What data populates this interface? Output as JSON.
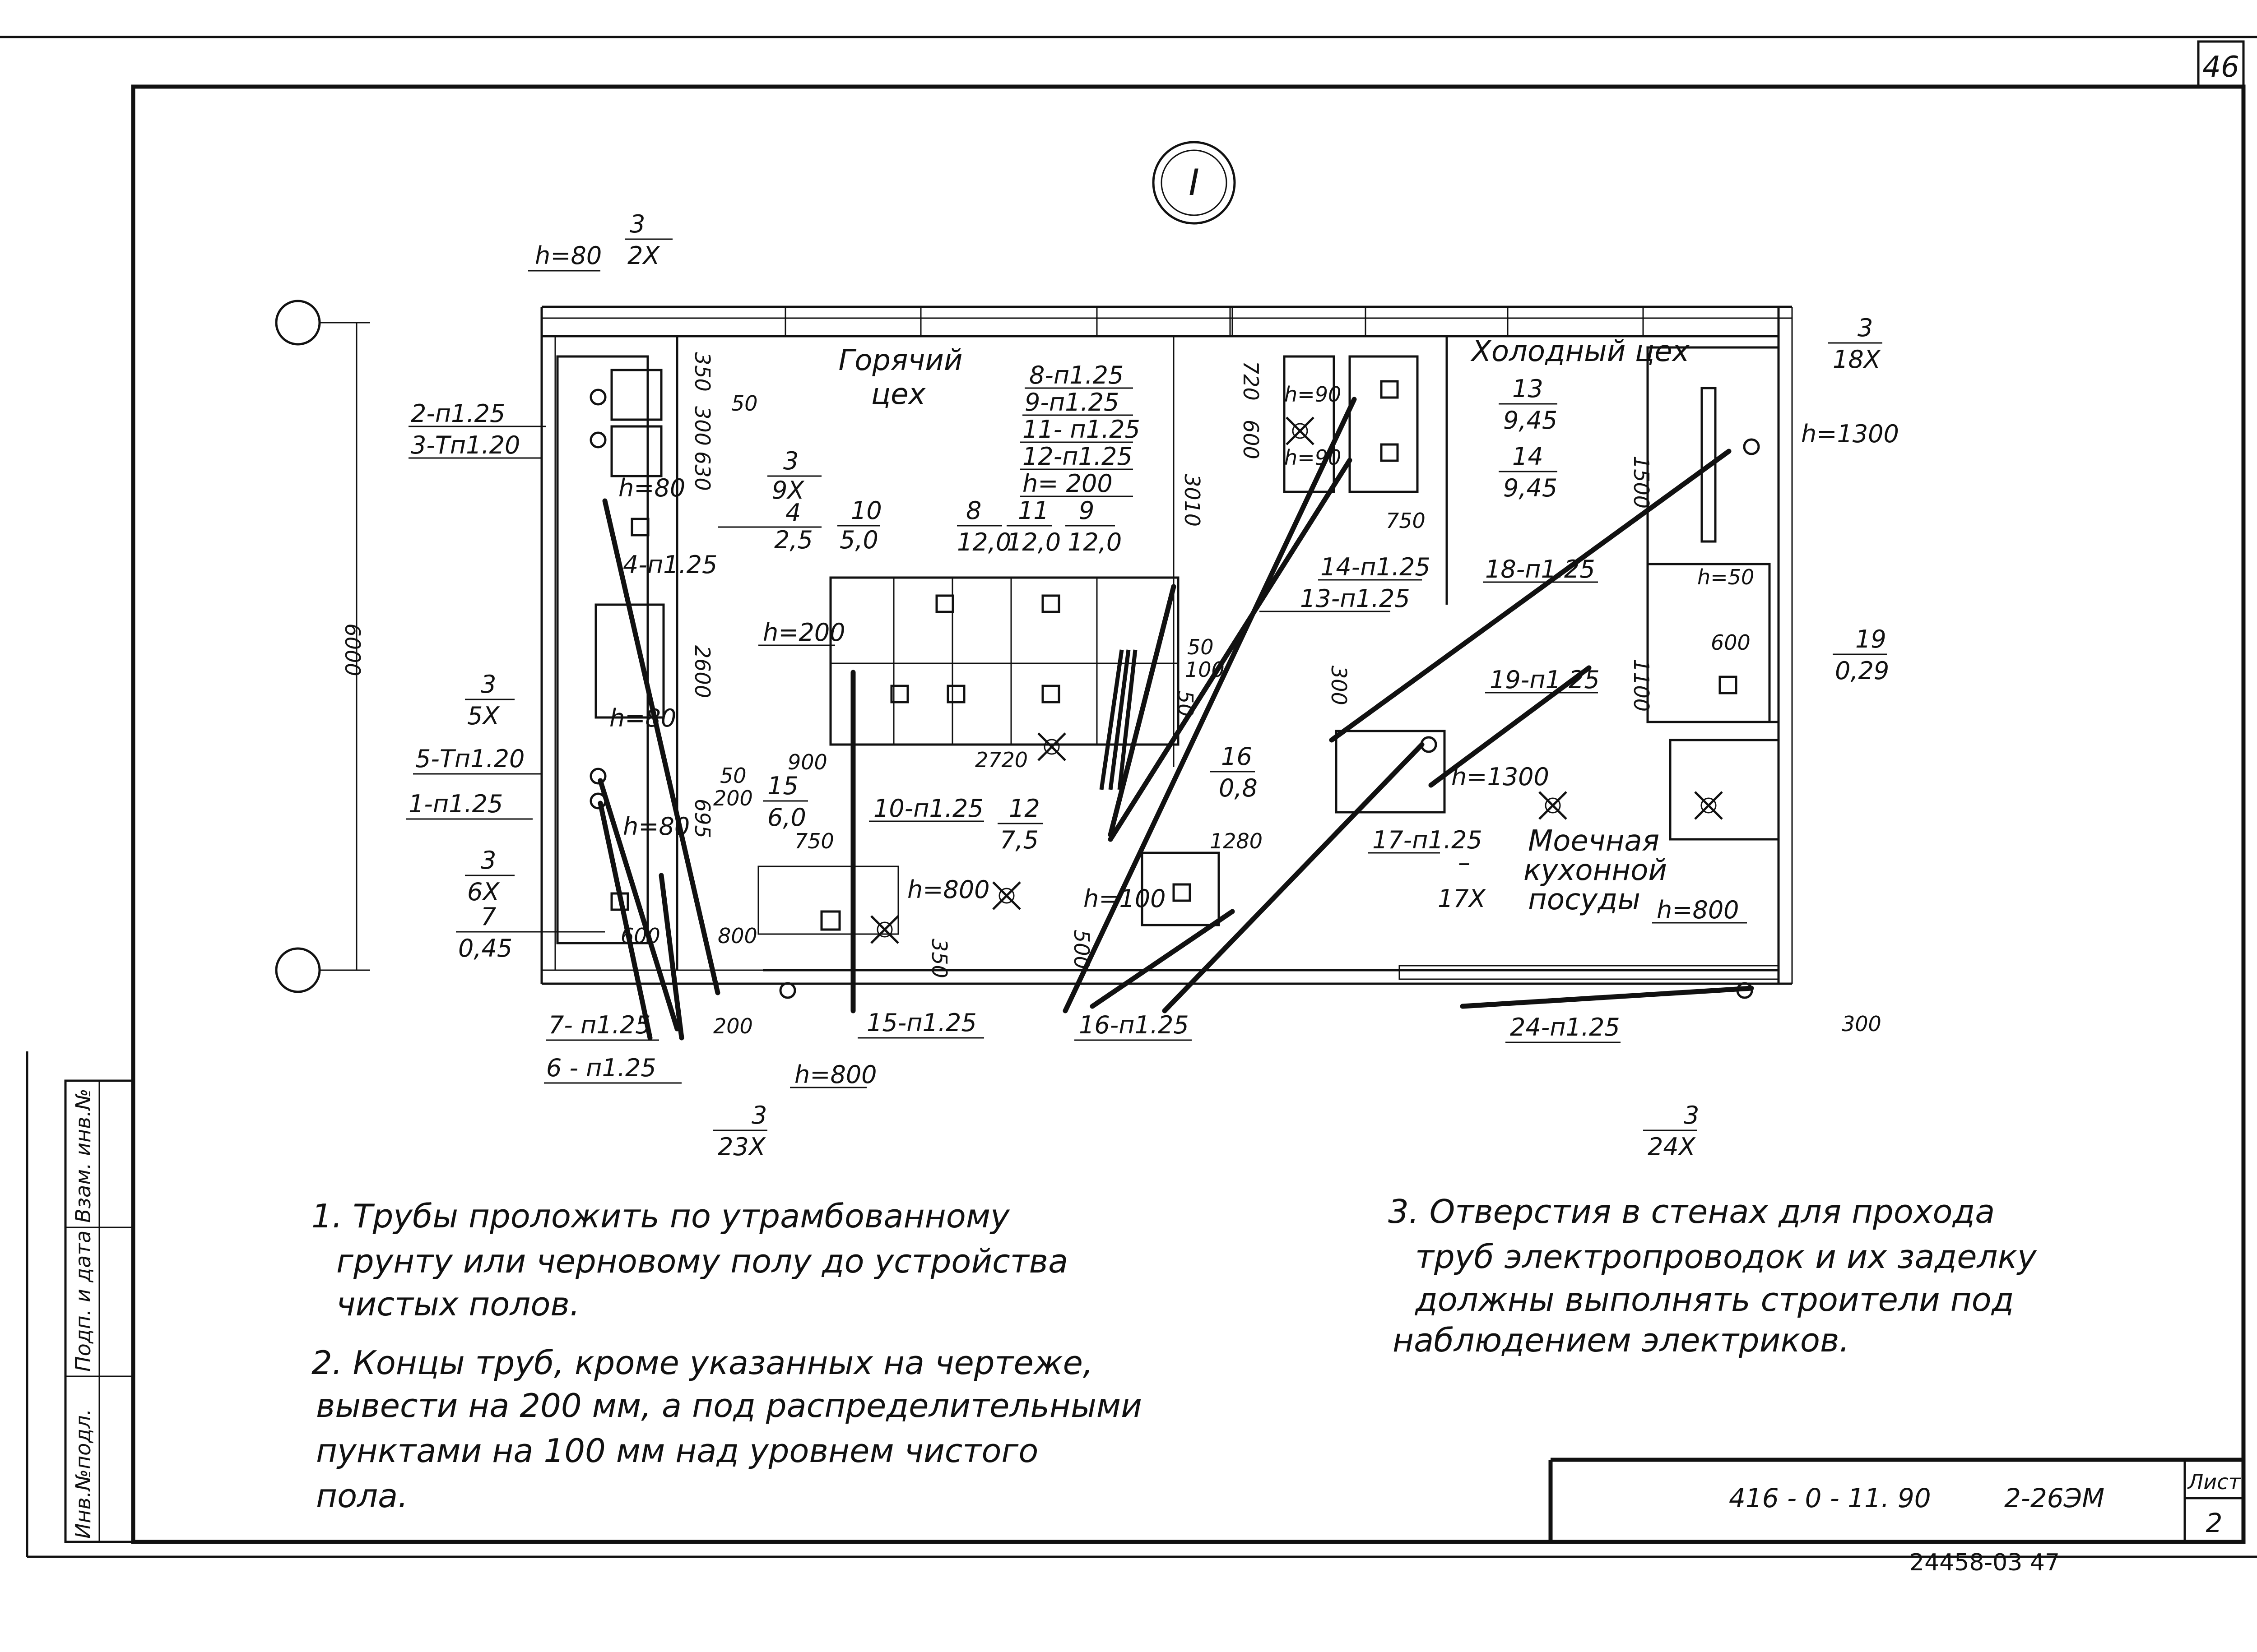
{
  "sheet": {
    "corner_number": "46",
    "section_marker": "I",
    "bottom_ref": "24458-03  47"
  },
  "rooms": {
    "hot_shop": [
      "Горячий",
      "цех"
    ],
    "cold_shop": "Холодный цех",
    "washing": [
      "Моечная",
      "кухонной",
      "посуды"
    ]
  },
  "dimensions": {
    "overall_height": "6000",
    "d350": "350",
    "d300": "300",
    "d630": "630",
    "d2600": "2600",
    "d695": "695",
    "d50a": "50",
    "d50b": "50",
    "d200a": "200",
    "d600a": "600",
    "d900": "900",
    "d750a": "750",
    "d800a": "800",
    "d200b": "200",
    "d350b": "350",
    "d2720": "2720",
    "d3010": "3010",
    "d50c": "50",
    "d100": "100",
    "d50d": "50",
    "d720": "720",
    "d600b": "600",
    "d750b": "750",
    "d1500": "1500",
    "d1100": "1100",
    "d600c": "600",
    "d300b": "300",
    "d1280": "1280",
    "d500": "500",
    "d300c": "300"
  },
  "heights": {
    "h80a": "h=80",
    "h80b": "h=80",
    "h80c": "h=80",
    "h80d": "h=80",
    "h200": "h=200",
    "h800a": "h=800",
    "h800b": "h=800",
    "h800c": "h=800",
    "h100": "h=100",
    "h90a": "h=90",
    "h90b": "h=90",
    "h1300a": "h=1300",
    "h50": "h=50",
    "h1300b": "h=1300"
  },
  "pipes": {
    "p2": "2-п1.25",
    "p3": "3-Тп1.20",
    "p4": "4-п1.25",
    "p5": "5-Тп1.20",
    "p1": "1-п1.25",
    "p7": "7- п1.25",
    "p6": "6 - п1.25",
    "p8": "8-п1.25",
    "p9": "9-п1.25",
    "p11": "11- п1.25",
    "p12": "12-п1.25",
    "p12h": "h= 200",
    "p10": "10-п1.25",
    "p15": "15-п1.25",
    "p16": "16-п1.25",
    "p14": "14-п1.25",
    "p13": "13-п1.25",
    "p18": "18-п1.25",
    "p19": "19-п1.25",
    "p17": "17-п1.25",
    "p24": "24-п1.25"
  },
  "fractions": {
    "f2x": [
      "3",
      "2Х"
    ],
    "f9x": [
      "3",
      "9Х"
    ],
    "f4": [
      "4",
      "2,5"
    ],
    "f5x": [
      "3",
      "5Х"
    ],
    "f6x": [
      "3",
      "6Х"
    ],
    "f7": [
      "7",
      "0,45"
    ],
    "f10": [
      "10",
      "5,0"
    ],
    "f8": [
      "8",
      "12,0"
    ],
    "f11": [
      "11",
      "12,0"
    ],
    "f9": [
      "9",
      "12,0"
    ],
    "f15": [
      "15",
      "6,0"
    ],
    "f12": [
      "12",
      "7,5"
    ],
    "f16": [
      "16",
      "0,8"
    ],
    "f13": [
      "13",
      "9,45"
    ],
    "f14": [
      "14",
      "9,45"
    ],
    "f18x": [
      "3",
      "18Х"
    ],
    "f19": [
      "19",
      "0,29"
    ],
    "f17x": [
      "–",
      "17Х"
    ],
    "f23x": [
      "3",
      "23Х"
    ],
    "f24x": [
      "3",
      "24Х"
    ]
  },
  "notes_left": [
    "1. Трубы  проложить  по  утрамбованному",
    "грунту  или  черновому  полу  до  устройства",
    "чистых  полов.",
    "2. Концы  труб,  кроме  указанных  на  чертеже,",
    "вывести  на  200 мм,  а  под  распределительными",
    "пунктами  на  100 мм  над  уровнем  чистого",
    "пола."
  ],
  "notes_right": [
    "3. Отверстия  в  стенах  для  прохода",
    "труб  электропроводок  и  их  заделку",
    "должны  выполнять  строители  под",
    "наблюдением  электриков."
  ],
  "stamp": {
    "code": "416 - 0 - 11. 90",
    "sheet_code": "2-26ЭМ",
    "list_label": "Лист",
    "list_num": "2"
  },
  "side_stamp": {
    "inv": "Инв.№подл.",
    "sign": "Подп. и дата",
    "vz": "Взам. инв.№"
  }
}
